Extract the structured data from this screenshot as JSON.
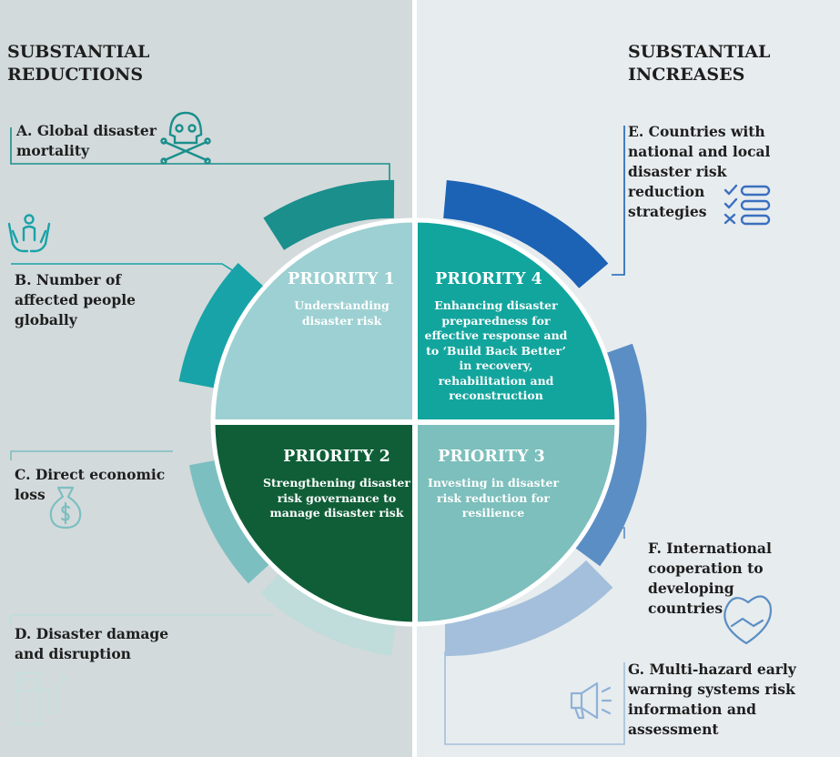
{
  "headers": {
    "left": "SUBSTANTIAL REDUCTIONS",
    "right": "SUBSTANTIAL INCREASES"
  },
  "targets": {
    "a": "A. Global disaster mortality",
    "b": "B. Number of affected people globally",
    "c": "C. Direct economic loss",
    "d": "D. Disaster damage and disruption",
    "e": "E. Countries with national and local disaster risk reduction strategies",
    "f": "F. International cooperation to developing countries",
    "g": "G. Multi-hazard early warning systems risk information and assessment"
  },
  "priorities": {
    "p1": {
      "title": "PRIORITY 1",
      "text": "Understanding disaster risk"
    },
    "p2": {
      "title": "PRIORITY 2",
      "text": "Strengthening disaster risk governance to manage disaster risk"
    },
    "p3": {
      "title": "PRIORITY 3",
      "text": "Investing in disaster risk reduction for resilience"
    },
    "p4": {
      "title": "PRIORITY 4",
      "text": "Enhancing disaster preparedness for effective response and to ‘Build Back Better’ in recovery, rehabilitation and reconstruction"
    }
  },
  "icons": [
    "skull-crossbones-icon",
    "hands-person-icon",
    "money-bag-icon",
    "fuel-pump-icon",
    "checklist-icon",
    "handshake-heart-icon",
    "megaphone-icon"
  ],
  "colors": {
    "left_bg": "#d3dadb",
    "right_bg": "#e7ecee",
    "priority_1": "#9dd0d2",
    "priority_2": "#0f5e37",
    "priority_3": "#7cbfbc",
    "priority_4": "#12a59d",
    "arc_a": "#1a8f8c",
    "arc_b": "#18a3a8",
    "arc_c": "#7cbfc1",
    "arc_d": "#c0dcdb",
    "arc_e": "#1c63b5",
    "arc_f": "#5b8ec4",
    "arc_g": "#a3bfdc"
  }
}
